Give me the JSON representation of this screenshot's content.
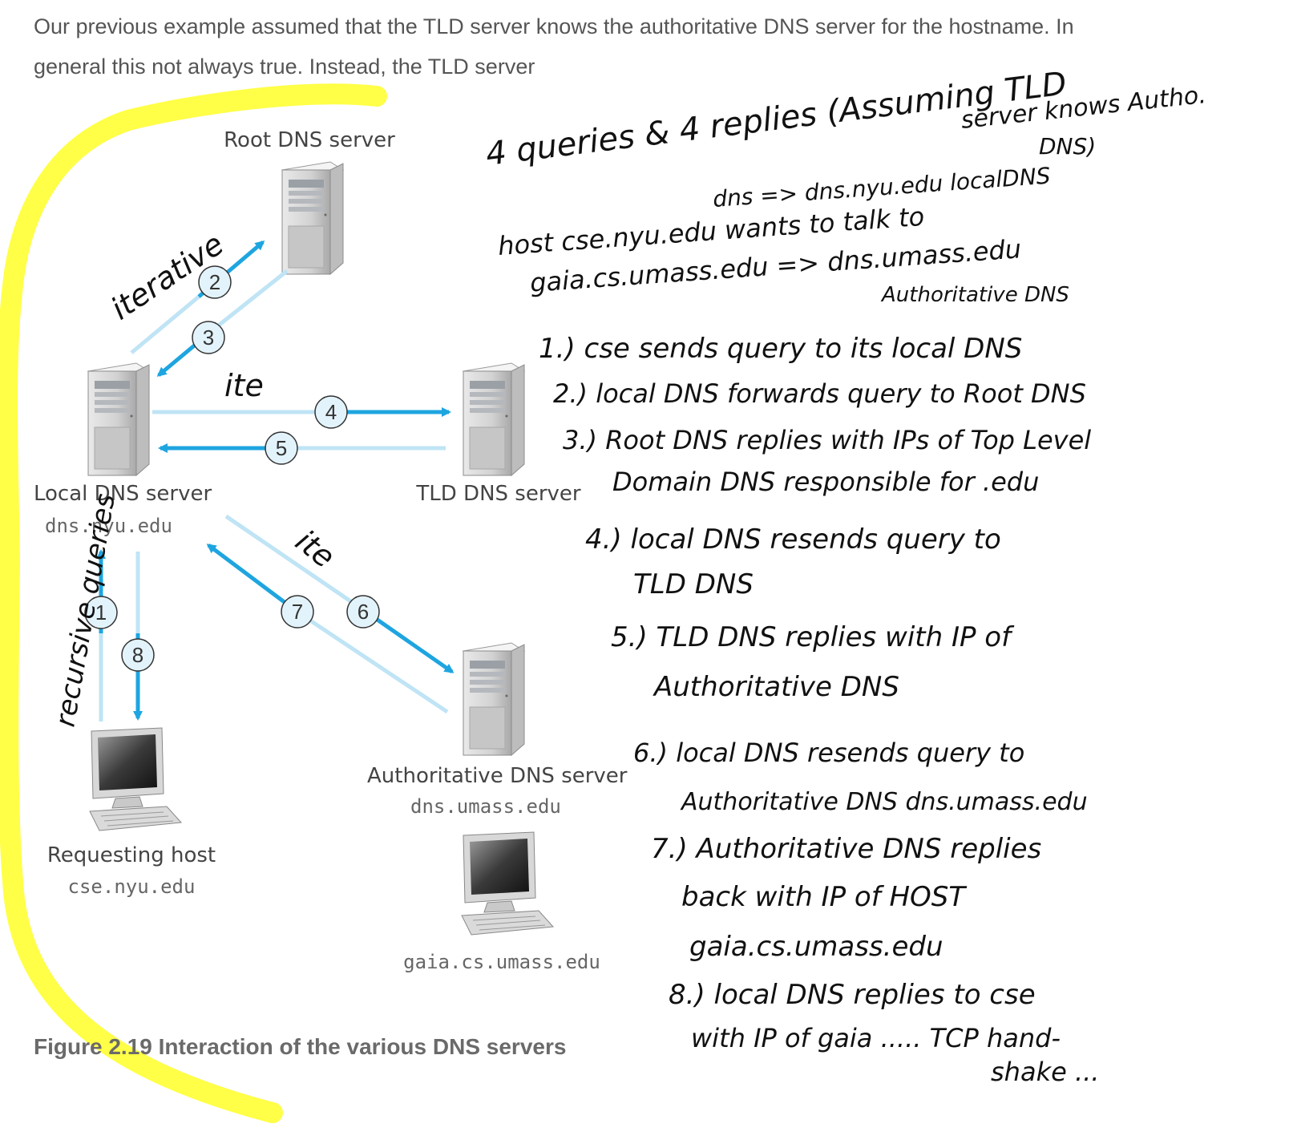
{
  "intro_text": "Our previous example assumed that the TLD server knows the authoritative DNS server for the hostname. In general this not always true. Instead, the TLD server",
  "diagram": {
    "servers": {
      "root": {
        "label": "Root DNS server"
      },
      "local": {
        "label": "Local DNS server",
        "host": "dns.nyu.edu"
      },
      "tld": {
        "label": "TLD DNS server"
      },
      "auth": {
        "label": "Authoritative DNS server",
        "host": "dns.umass.edu"
      }
    },
    "hosts": {
      "requesting": {
        "label": "Requesting host",
        "host": "cse.nyu.edu"
      },
      "target": {
        "host": "gaia.cs.umass.edu"
      }
    },
    "steps": [
      "1",
      "2",
      "3",
      "4",
      "5",
      "6",
      "7",
      "8"
    ]
  },
  "caption": "Figure 2.19 Interaction of the various DNS servers",
  "annotations": {
    "iterative": "iterative",
    "ite_tld": "ite",
    "ite_auth": "ite",
    "recursive": "recursive queries",
    "header_line1": "4 queries & 4 replies (Assuming TLD",
    "header_line2": "server knows Autho.",
    "header_line3": "DNS)",
    "dns_map_line": "dns => dns.nyu.edu localDNS",
    "host_line1": "host cse.nyu.edu wants to talk to",
    "host_line2": "gaia.cs.umass.edu => dns.umass.edu",
    "authoritative_label": "Authoritative DNS",
    "notes": [
      "1.) cse sends query to its local DNS",
      "2.) local DNS forwards query to Root DNS",
      "3.) Root DNS replies with IPs of Top Level",
      "Domain DNS responsible for .edu",
      "4.) local DNS resends query to",
      "TLD DNS",
      "5.) TLD DNS replies with IP of",
      "Authoritative DNS",
      "6.) local DNS resends query to",
      "Authoritative DNS dns.umass.edu",
      "7.) Authoritative DNS replies",
      "back with IP of HOST",
      "gaia.cs.umass.edu",
      "8.) local DNS replies to cse",
      "with IP of gaia ..... TCP hand-",
      "shake ..."
    ]
  },
  "colors": {
    "arrow": "#1ea5e0",
    "arrow_light": "#bfe4f5",
    "highlighter": "#ffff33",
    "ink": "#111111"
  }
}
